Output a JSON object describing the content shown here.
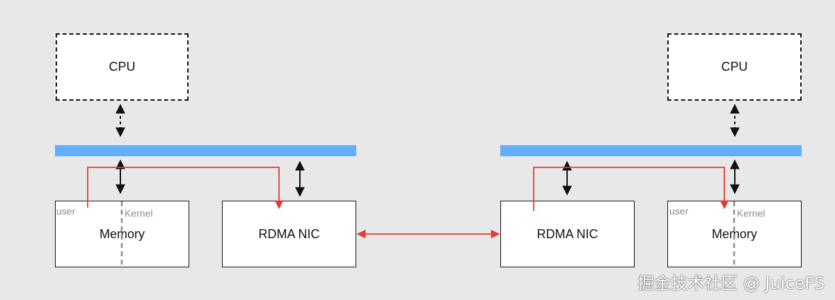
{
  "left_host": {
    "cpu_label": "CPU",
    "memory_label": "Memory",
    "nic_label": "RDMA NIC",
    "user_label": "user",
    "kernel_label": "Kernel"
  },
  "right_host": {
    "cpu_label": "CPU",
    "memory_label": "Memory",
    "nic_label": "RDMA NIC",
    "user_label": "user",
    "kernel_label": "Kernel"
  },
  "watermark": "掘金技术社区 @ JuiceFS",
  "colors": {
    "bus": "#62aeff",
    "data_path": "#e53935",
    "arrow": "#111111",
    "background": "#e8e8e8"
  }
}
